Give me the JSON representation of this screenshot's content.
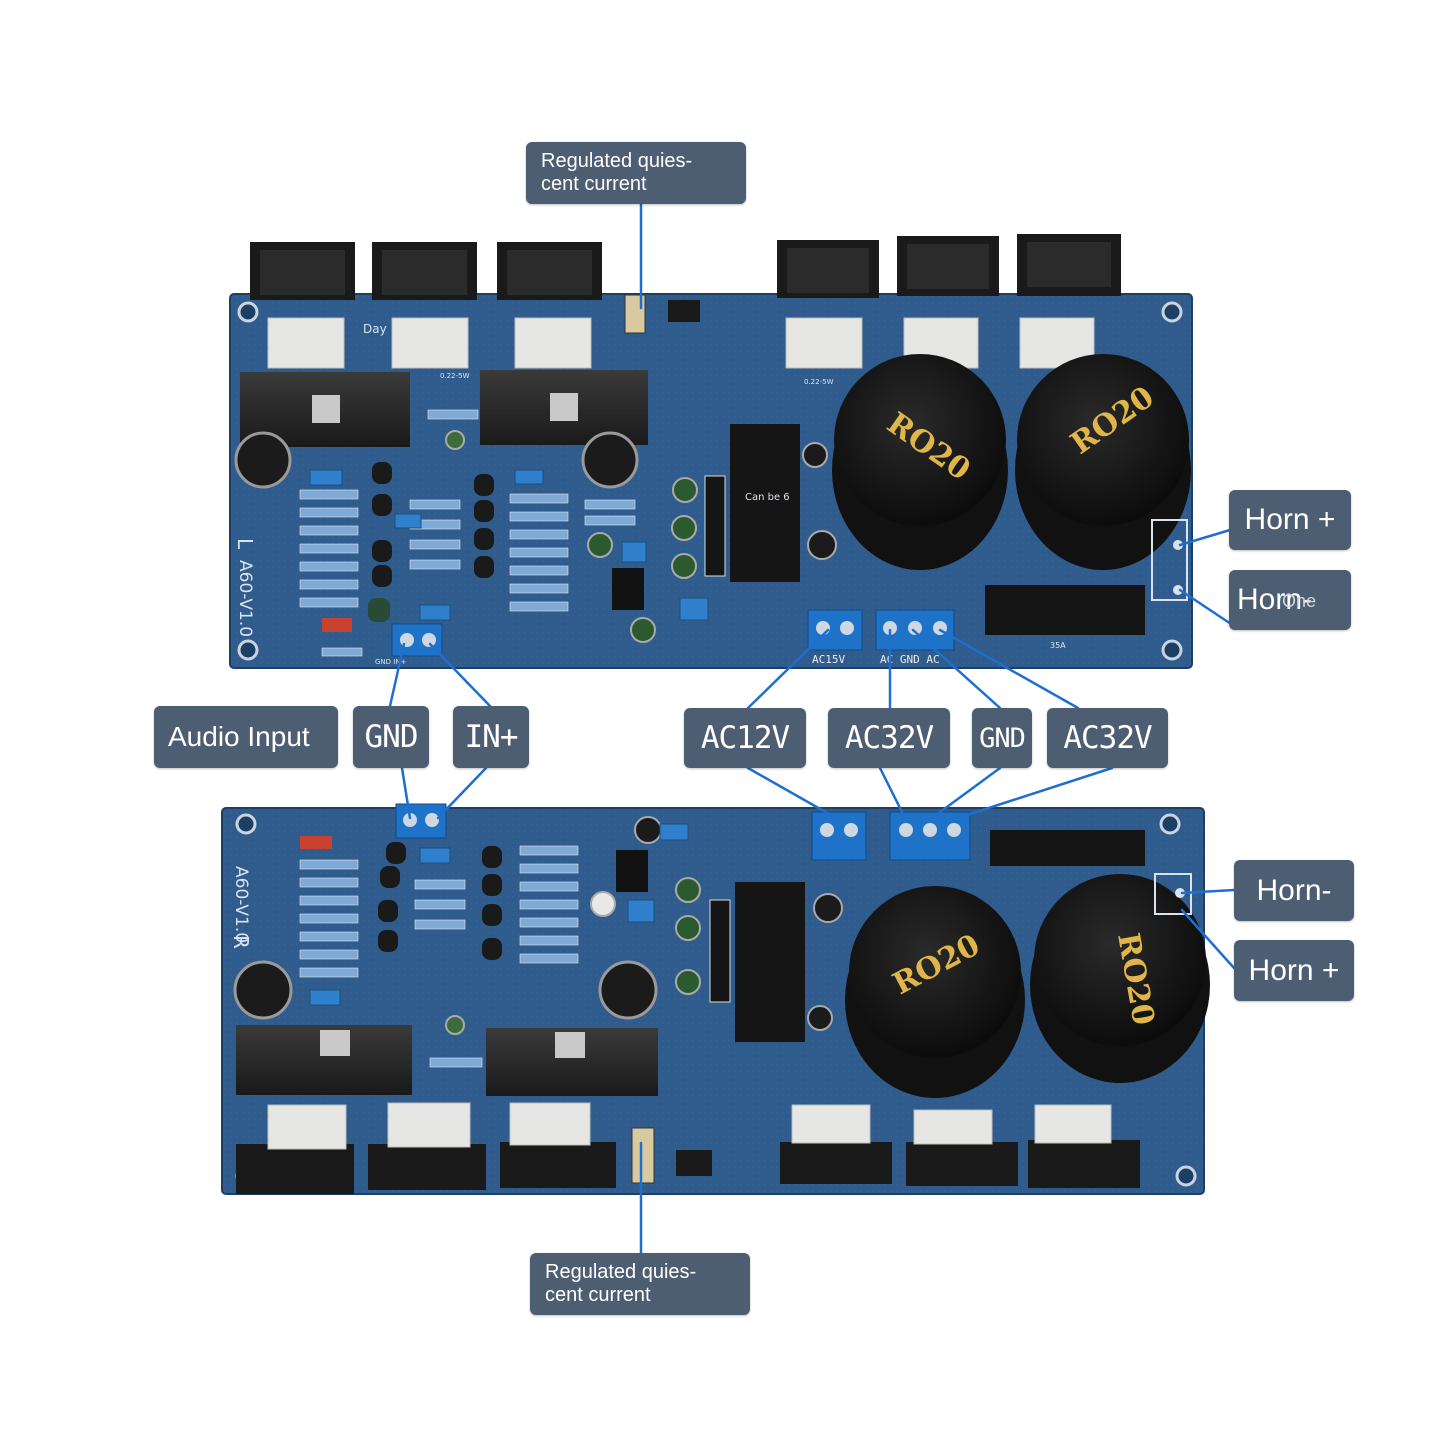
{
  "callouts": {
    "quiescent_top": [
      "Regulated quies-",
      "cent current"
    ],
    "quiescent_bottom": [
      "Regulated quies-",
      "cent current"
    ],
    "audio_input": "Audio Input",
    "gnd_input": "GND",
    "in_plus": "IN+",
    "ac12v": "AC12V",
    "ac32v_left": "AC32V",
    "gnd_power": "GND",
    "ac32v_right": "AC32V",
    "horn_plus_top": "Horn +",
    "horn_minus_top": "Horn-",
    "horn_minus_top_overlay": "One",
    "horn_minus_bottom": "Horn-",
    "horn_plus_bottom": "Horn +"
  },
  "board_top": {
    "model_label": "A60-V1.0",
    "channel_letter": "L",
    "cap_labels": [
      "RO20",
      "RO20"
    ],
    "terminal_input": "GND  IN+",
    "terminal_ac15": "AC15V",
    "terminal_power": "AC GND AC",
    "resistor_label": "0.22-5W",
    "relay_note": "Can be 6",
    "day_note": "Day",
    "bridge_label": "35A"
  },
  "board_bottom": {
    "model_label": "A60-V1.0",
    "channel_letter": "R",
    "cap_labels": [
      "RO20",
      "RO20"
    ]
  },
  "colors": {
    "callout_bg": "#4d5e73",
    "callout_text": "#ffffff",
    "leader_line": "#1e6fd0",
    "pcb": "#2e5a8a",
    "pcb_dark": "#234a74",
    "terminal": "#1e73c8",
    "capacitor": "#141414",
    "cap_text": "#e0b64a"
  }
}
